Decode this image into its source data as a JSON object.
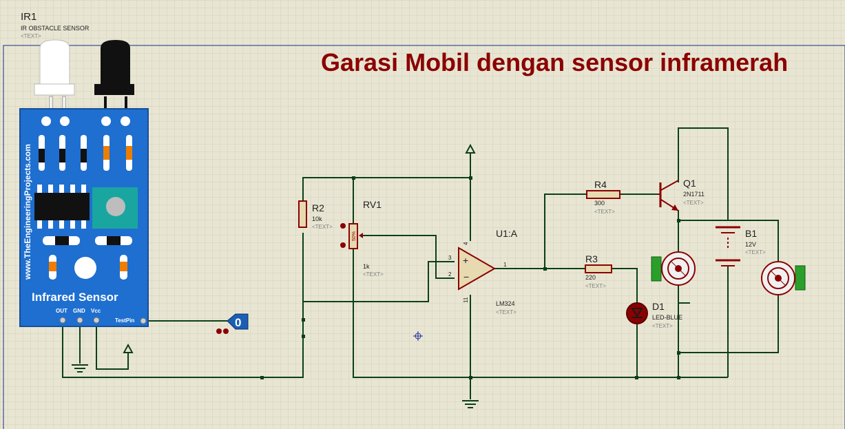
{
  "title": "Garasi Mobil dengan sensor inframerah",
  "colors": {
    "background": "#e8e6d3",
    "grid": "#d3d1bd",
    "wire": "#0b3f17",
    "component": "#8b0000",
    "title": "#8b0000",
    "sensor_board": "#1e6fd0",
    "terminal_blue": "#1a5fb4",
    "text_gray": "#808080"
  },
  "components": {
    "ir1": {
      "ref": "IR1",
      "value": "IR OBSTACLE SENSOR",
      "text": "<TEXT>"
    },
    "sensor_board": {
      "brand": "www.TheEngineeringProjects.com",
      "label": "Infrared Sensor",
      "pins": {
        "out": "OUT",
        "gnd": "GND",
        "vcc": "Vcc",
        "test": "TestPin"
      }
    },
    "r2": {
      "ref": "R2",
      "value": "10k",
      "text": "<TEXT>"
    },
    "rv1": {
      "ref": "RV1",
      "value": "1k",
      "text": "<TEXT>",
      "percent": "50%"
    },
    "u1": {
      "ref": "U1:A",
      "value": "LM324",
      "text": "<TEXT>",
      "pins": [
        "3",
        "2",
        "1",
        "4",
        "11"
      ]
    },
    "r4": {
      "ref": "R4",
      "value": "300",
      "text": "<TEXT>"
    },
    "r3": {
      "ref": "R3",
      "value": "220",
      "text": "<TEXT>"
    },
    "q1": {
      "ref": "Q1",
      "value": "2N1711",
      "text": "<TEXT>"
    },
    "d1": {
      "ref": "D1",
      "value": "LED-BLUE",
      "text": "<TEXT>"
    },
    "b1": {
      "ref": "B1",
      "value": "12V",
      "text": "<TEXT>"
    },
    "logic_probe": {
      "value": "0"
    }
  }
}
